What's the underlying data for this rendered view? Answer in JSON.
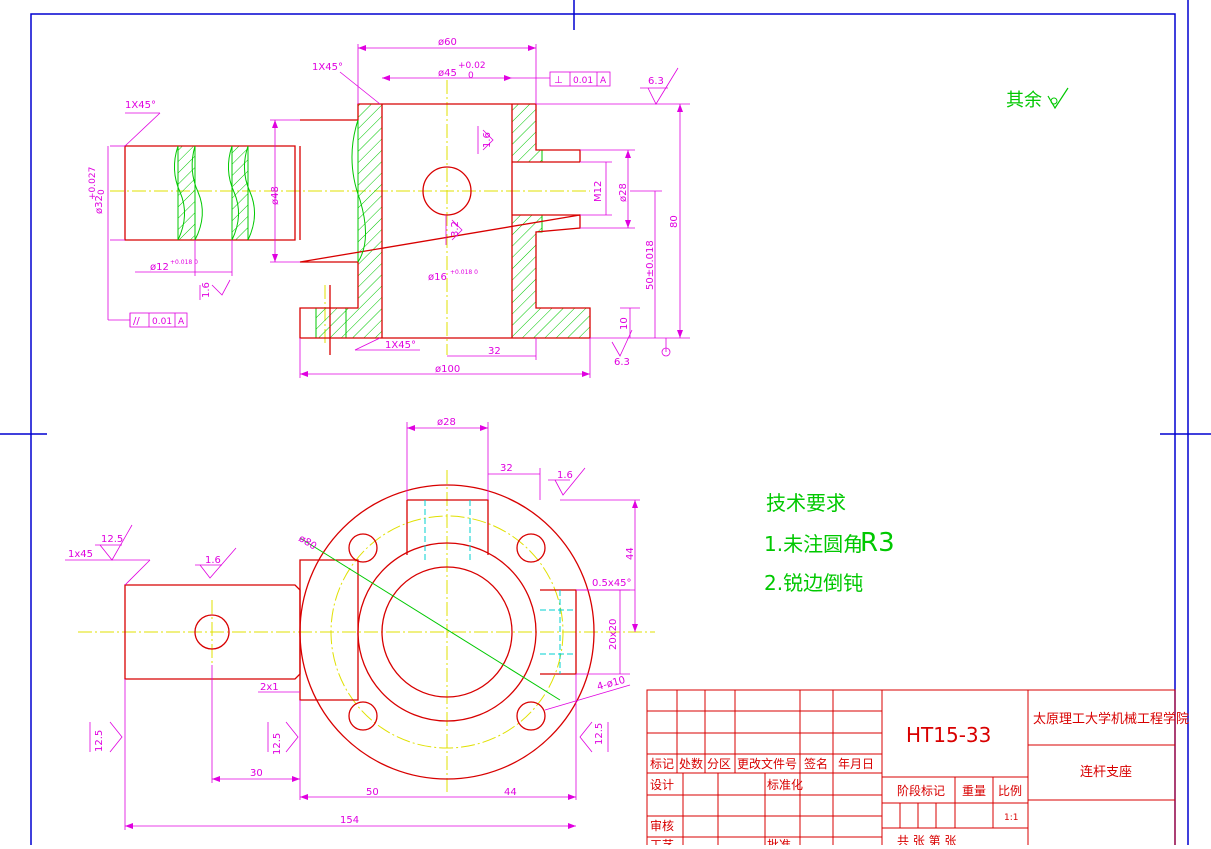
{
  "drawing": {
    "material_code": "HT15-33",
    "part_name": "连杆支座",
    "institution": "太原理工大学机械工程学院",
    "note_rest_roughness": "其余",
    "tech_req": {
      "title": "技术要求",
      "item1_prefix": "1.未注圆角",
      "item1_value": "R3",
      "item2": "2.锐边倒钝"
    }
  },
  "dims_front": {
    "d60": "ø60",
    "d45": "ø45",
    "d45_tol_upper": "+0.02",
    "d45_tol_lower": "0",
    "chamfer_top": "1X45°",
    "chamfer_left": "1X45°",
    "chamfer_bottom": "1X45°",
    "perp_symbol": "⊥",
    "perp_tol": "0.01",
    "perp_datum": "A",
    "rough_63_top": "6.3",
    "rough_16_inner": "1.6",
    "d32": "ø32",
    "d32_tol_upper": "+0.027",
    "d32_tol_lower": "0",
    "d48": "ø48",
    "d12": "ø12",
    "d12_tol": "+0.018 0",
    "rough_16_left": "1.6",
    "par_symbol": "//",
    "par_tol": "0.01",
    "par_datum": "A",
    "rough_32": "3.2",
    "d16": "ø16",
    "d16_tol": "+0.018 0",
    "m12": "M12",
    "d28": "ø28",
    "h80": "80",
    "h50": "50±0.018",
    "h10": "10",
    "w32": "32",
    "d100": "ø100",
    "rough_63_bottom": "6.3"
  },
  "dims_top": {
    "d28": "ø28",
    "w32": "32",
    "rough_16": "1.6",
    "h44": "44",
    "chamfer": "0.5x45°",
    "w20": "20x20",
    "d80": "ø80",
    "holes": "4-ø10",
    "chamfer_left": "1x45",
    "rough_125_top": "12.5",
    "rough_16_shaft": "1.6",
    "chamfer_2x1": "2x1",
    "rough_125_left": "12.5",
    "rough_125_mid": "12.5",
    "rough_125_right": "12.5",
    "w30": "30",
    "w50": "50",
    "w44": "44",
    "w154": "154"
  },
  "title_block": {
    "hdr_mark": "标记",
    "hdr_count": "处数",
    "hdr_zone": "分区",
    "hdr_docno": "更改文件号",
    "hdr_sign": "签名",
    "hdr_date": "年月日",
    "design": "设计",
    "standard": "标准化",
    "stage_mark": "阶段标记",
    "weight": "重量",
    "scale": "比例",
    "scale_value": "1:1",
    "review": "审核",
    "process": "工艺",
    "approve": "批准",
    "sheets": "共 张 第 张"
  },
  "colors": {
    "border": "#0000d0",
    "dimension": "#e000e0",
    "outline": "#d80000",
    "hatch": "#00c800",
    "centerline": "#e0e000",
    "hidden": "#00d0d0"
  }
}
